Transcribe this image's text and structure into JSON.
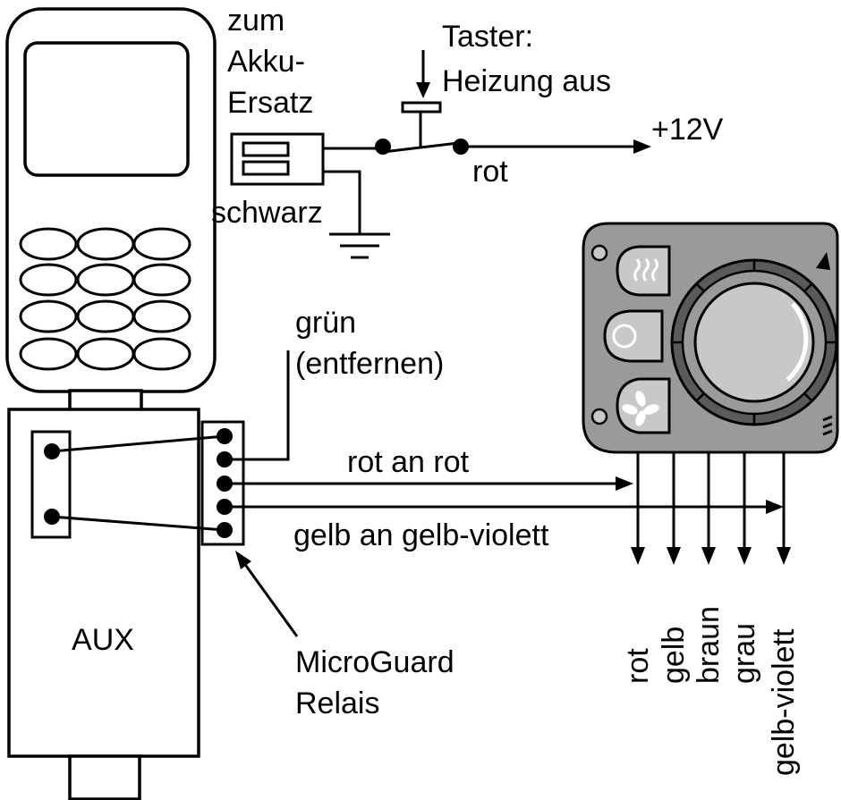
{
  "labels": {
    "akku_line1": "zum",
    "akku_line2": "Akku-",
    "akku_line3": "Ersatz",
    "taster_line1": "Taster:",
    "taster_line2": "Heizung aus",
    "plus12v": "+12V",
    "rot_top": "rot",
    "schwarz": "schwarz",
    "gruen_line1": "grün",
    "gruen_line2": "(entfernen)",
    "rot_an_rot": "rot an rot",
    "gelb_an_gelb_violett": "gelb an gelb-violett",
    "aux": "AUX",
    "microguard_line1": "MicroGuard",
    "microguard_line2": "Relais"
  },
  "output_wires": [
    "rot",
    "gelb",
    "braun",
    "grau",
    "gelb-violett"
  ],
  "colors": {
    "stroke": "#000000",
    "panel_body": "#9a9a9a",
    "panel_light": "#c8c8c8",
    "panel_dark": "#5a5a5a"
  },
  "icons": {
    "panel_buttons": [
      "heat-icon",
      "circle-icon",
      "fan-icon"
    ]
  }
}
